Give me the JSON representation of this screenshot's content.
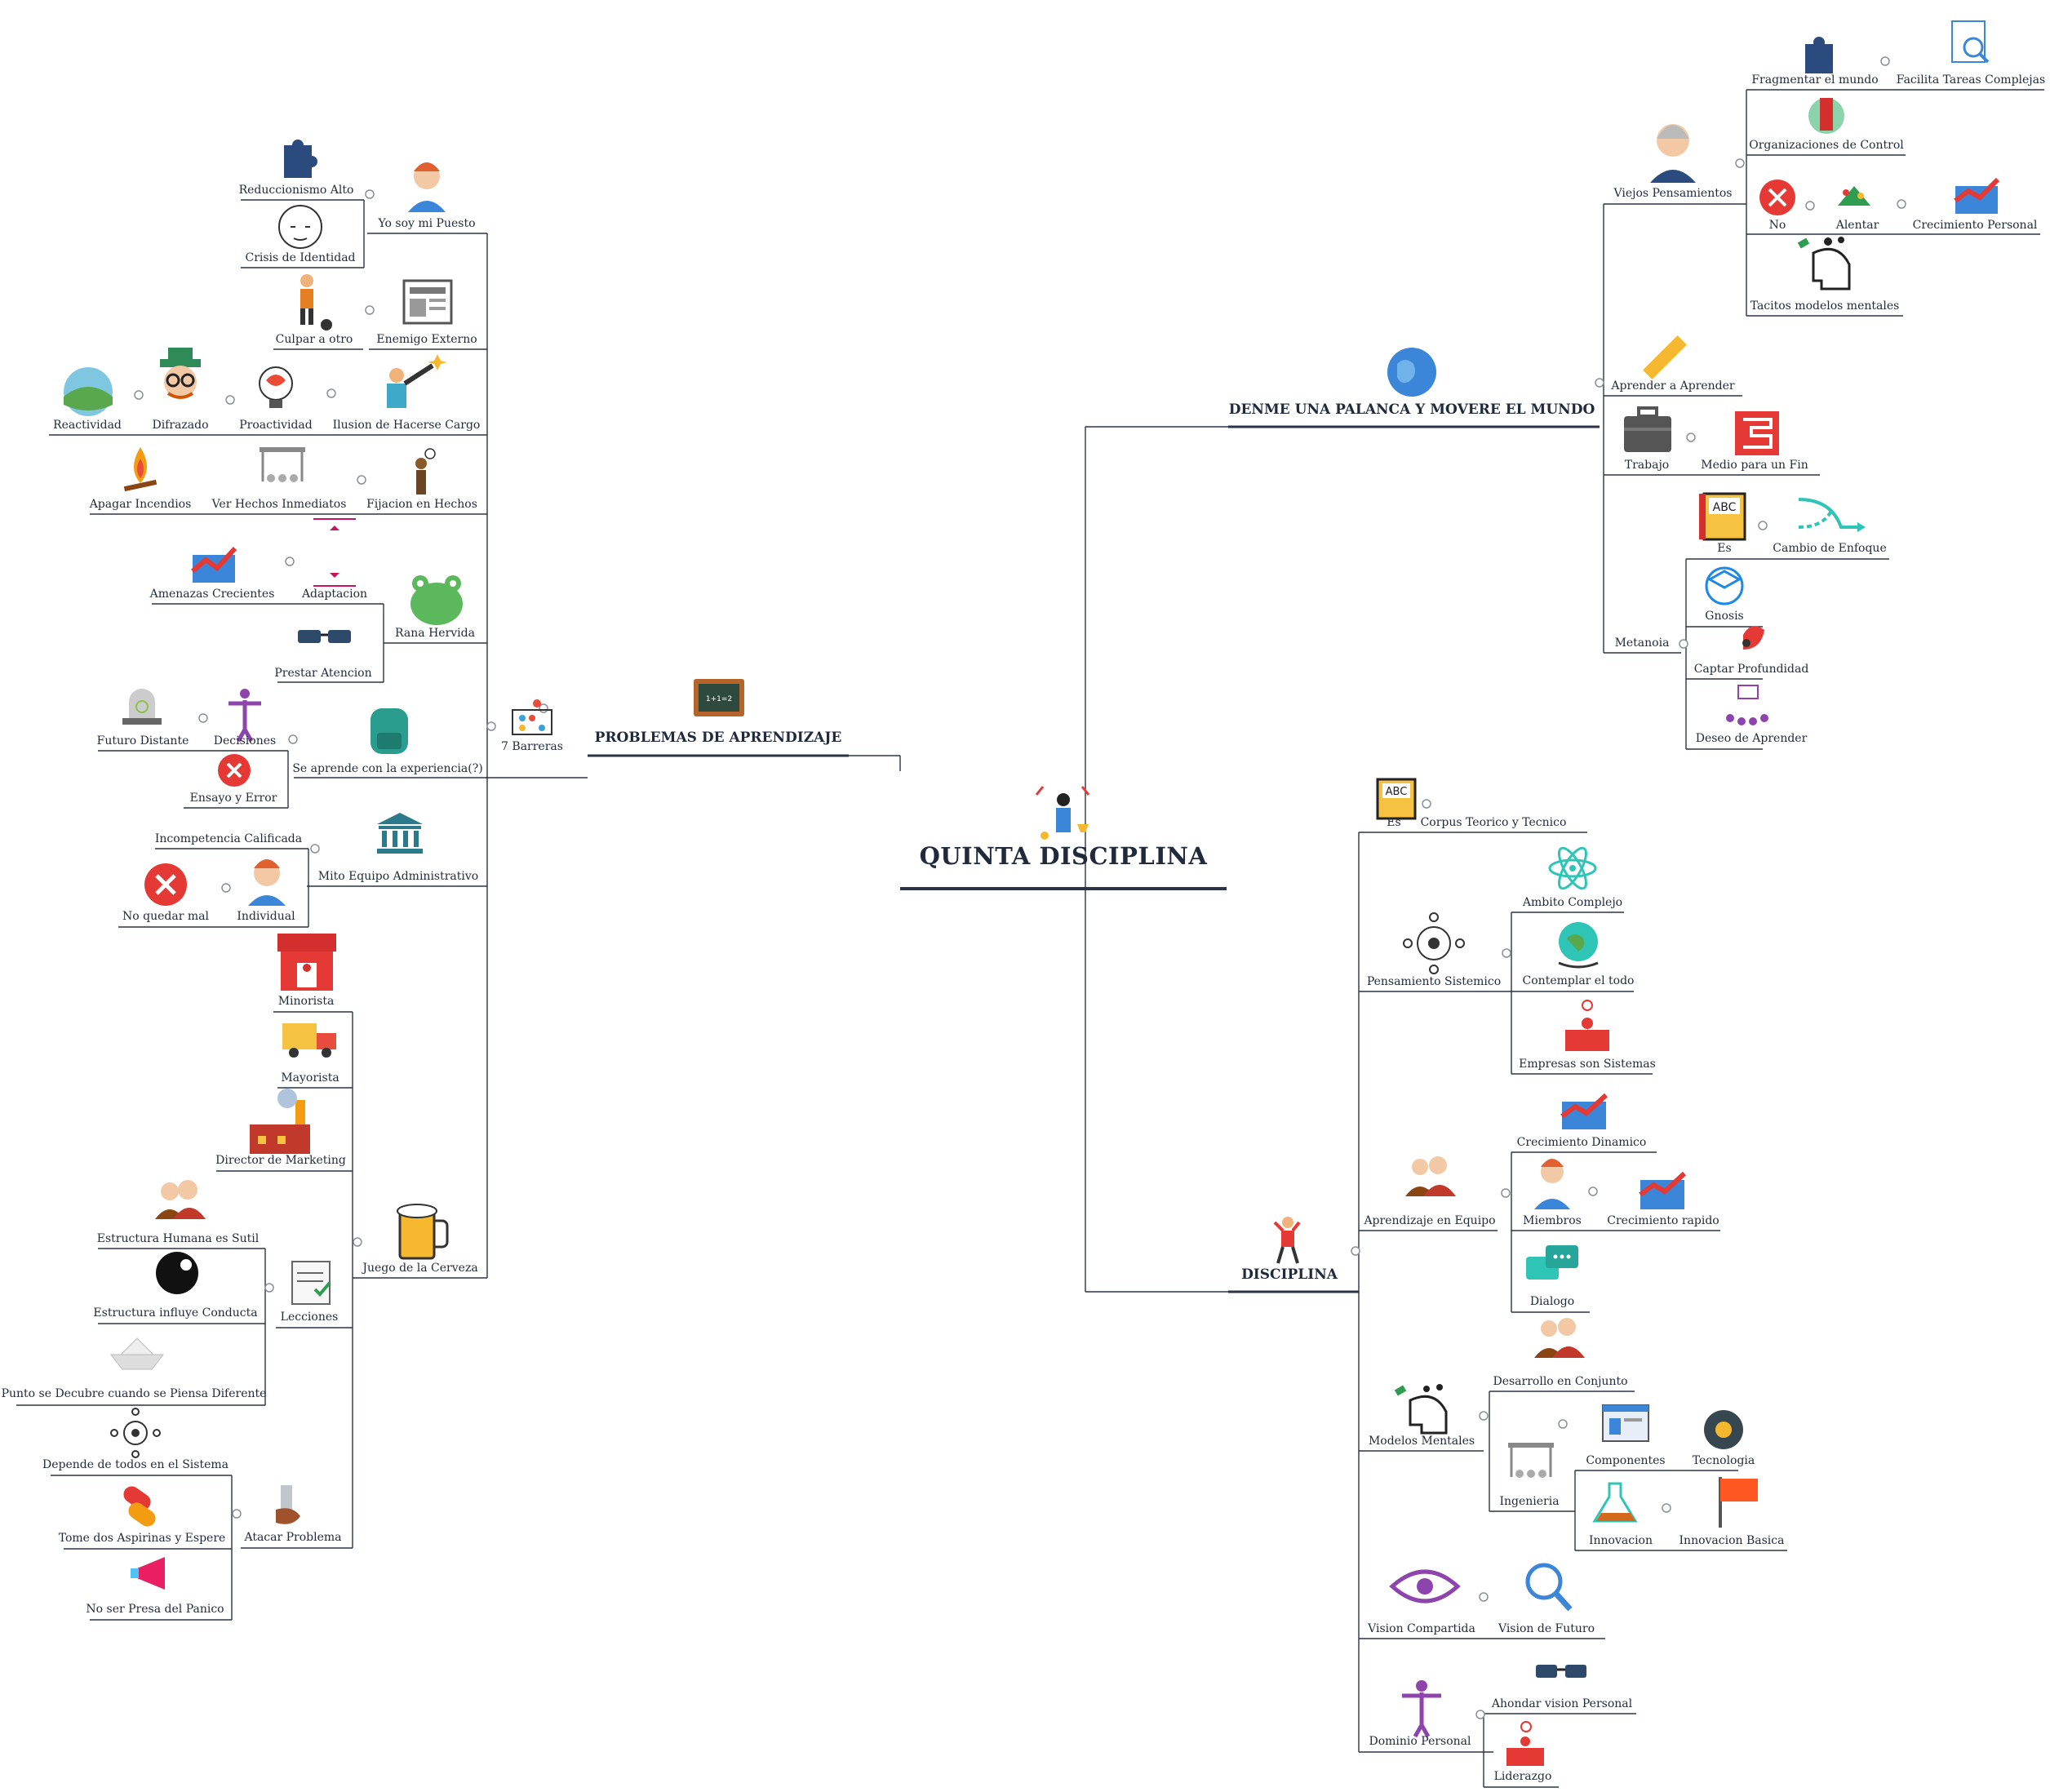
{
  "root": {
    "label": "QUINTA DISCIPLINA"
  },
  "branches": {
    "problemas": "PROBLEMAS DE APRENDIZAJE",
    "palanca": "DENME UNA PALANCA Y MOVERE EL MUNDO",
    "disciplina": "DISCIPLINA"
  },
  "problemas": {
    "barreras": "7 Barreras",
    "yo_soy_mi_puesto": "Yo soy mi Puesto",
    "reduccionismo_alto": "Reduccionismo Alto",
    "crisis_de_identidad": "Crisis de Identidad",
    "enemigo_externo": "Enemigo Externo",
    "culpar_a_otro": "Culpar a otro",
    "ilusion_de_hacerse_cargo": "Ilusion de Hacerse Cargo",
    "proactividad": "Proactividad",
    "difrazado": "Difrazado",
    "reactividad": "Reactividad",
    "fijacion_en_hechos": "Fijacion en Hechos",
    "ver_hechos_inmediatos": "Ver Hechos Inmediatos",
    "apagar_incendios": "Apagar Incendios",
    "rana_hervida": "Rana Hervida",
    "adaptacion": "Adaptacion",
    "amenazas_crecientes": "Amenazas Crecientes",
    "prestar_atencion": "Prestar Atencion",
    "se_aprende_experiencia": "Se aprende con la experiencia(?)",
    "decisiones": "Decisiones",
    "futuro_distante": "Futuro Distante",
    "ensayo_y_error": "Ensayo y Error",
    "mito_equipo": "Mito Equipo Administrativo",
    "incompetencia_calificada": "Incompetencia Calificada",
    "individual": "Individual",
    "no_quedar_mal": "No quedar mal",
    "juego_de_la_cerveza": "Juego de la Cerveza",
    "minorista": "Minorista",
    "mayorista": "Mayorista",
    "director_de_marketing": "Director de Marketing",
    "lecciones": "Lecciones",
    "estructura_humana": "Estructura Humana es Sutil",
    "estructura_influye": "Estructura influye Conducta",
    "punto_se_descubre": "Punto se Decubre cuando se Piensa Diferente",
    "atacar_problema": "Atacar Problema",
    "depende_de_todos": "Depende de todos en el Sistema",
    "tome_dos_aspirinas": "Tome dos Aspirinas y Espere",
    "no_ser_presa": "No ser Presa del Panico"
  },
  "palanca": {
    "viejos_pensamientos": "Viejos Pensamientos",
    "fragmentar_el_mundo": "Fragmentar el mundo",
    "facilita_tareas": "Facilita Tareas Complejas",
    "organizaciones_de_control": "Organizaciones de Control",
    "no": "No",
    "alentar": "Alentar",
    "crecimiento_personal": "Crecimiento Personal",
    "tacitos_modelos": "Tacitos modelos mentales",
    "aprender_a_aprender": "Aprender a Aprender",
    "trabajo": "Trabajo",
    "medio_para_un_fin": "Medio para un Fin",
    "metanoia": "Metanoia",
    "es": "Es",
    "cambio_de_enfoque": "Cambio de Enfoque",
    "gnosis": "Gnosis",
    "captar_profundidad": "Captar Profundidad",
    "deseo_de_aprender": "Deseo de Aprender"
  },
  "disciplina": {
    "es": "Es",
    "corpus": "Corpus Teorico y Tecnico",
    "pensamiento_sistemico": "Pensamiento Sistemico",
    "ambito_complejo": "Ambito Complejo",
    "contemplar_el_todo": "Contemplar el todo",
    "empresas_son_sistemas": "Empresas son Sistemas",
    "aprendizaje_en_equipo": "Aprendizaje en Equipo",
    "crecimiento_dinamico": "Crecimiento Dinamico",
    "miembros": "Miembros",
    "crecimiento_rapido": "Crecimiento rapido",
    "dialogo": "Dialogo",
    "modelos_mentales": "Modelos Mentales",
    "desarrollo_en_conjunto": "Desarrollo en Conjunto",
    "ingenieria": "Ingenieria",
    "componentes": "Componentes",
    "tecnologia": "Tecnologia",
    "innovacion": "Innovacion",
    "innovacion_basica": "Innovacion Basica",
    "vision_compartida": "Vision Compartida",
    "vision_de_futuro": "Vision de Futuro",
    "dominio_personal": "Dominio Personal",
    "ahondar_vision": "Ahondar vision Personal",
    "liderazgo": "Liderazgo"
  }
}
